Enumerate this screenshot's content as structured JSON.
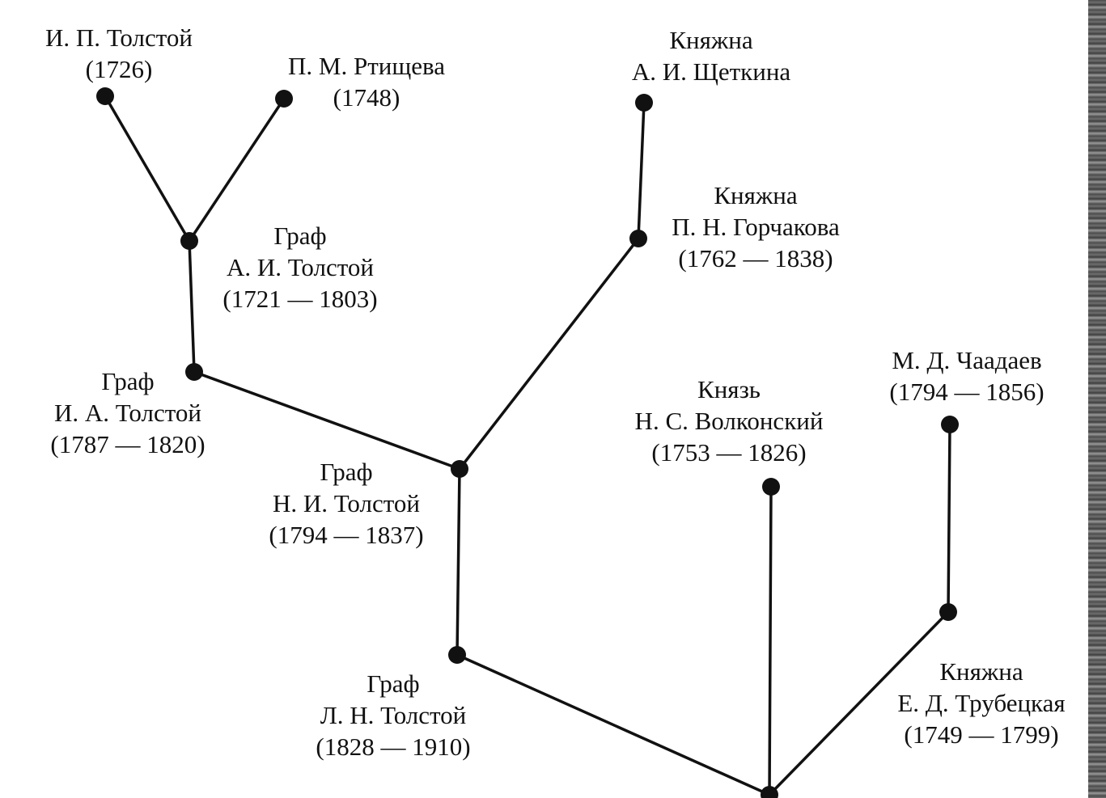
{
  "persons": [
    {
      "id": "ip_tolstoy",
      "lines": [
        "И. П. Толстой",
        "(1726)"
      ]
    },
    {
      "id": "pm_rtishcheva",
      "lines": [
        "П. М. Ртищева",
        "(1748)"
      ]
    },
    {
      "id": "ai_tolstoy",
      "lines": [
        "Граф",
        "А. И. Толстой",
        "(1721 — 1803)"
      ]
    },
    {
      "id": "ai_shchetkina",
      "lines": [
        "Княжна",
        "А. И. Щеткина"
      ]
    },
    {
      "id": "pn_gorchakova",
      "lines": [
        "Княжна",
        "П. Н. Горчакова",
        "(1762 — 1838)"
      ]
    },
    {
      "id": "ia_tolstoy",
      "lines": [
        "Граф",
        "И. А. Толстой",
        "(1787 — 1820)"
      ]
    },
    {
      "id": "ni_tolstoy",
      "lines": [
        "Граф",
        "Н. И. Толстой",
        "(1794 — 1837)"
      ]
    },
    {
      "id": "ns_volkonsky",
      "lines": [
        "Князь",
        "Н. С. Волконский",
        "(1753 — 1826)"
      ]
    },
    {
      "id": "md_chaadaev",
      "lines": [
        "М. Д. Чаадаев",
        "(1794 — 1856)"
      ]
    },
    {
      "id": "ed_trubetskaya",
      "lines": [
        "Княжна",
        "Е. Д. Трубецкая",
        "(1749 — 1799)"
      ]
    },
    {
      "id": "ln_tolstoy",
      "lines": [
        "Граф",
        "Л. Н. Толстой",
        "(1828 — 1910)"
      ]
    }
  ],
  "edges": [
    [
      "ip_tolstoy",
      "ai_tolstoy"
    ],
    [
      "pm_rtishcheva",
      "ai_tolstoy"
    ],
    [
      "ai_tolstoy",
      "ia_tolstoy"
    ],
    [
      "ia_tolstoy",
      "ni_tolstoy"
    ],
    [
      "ai_shchetkina",
      "pn_gorchakova"
    ],
    [
      "pn_gorchakova",
      "ni_tolstoy"
    ],
    [
      "ni_tolstoy",
      "ln_tolstoy"
    ],
    [
      "ln_tolstoy",
      "bottom_junction"
    ],
    [
      "ns_volkonsky",
      "bottom_junction"
    ],
    [
      "md_chaadaev",
      "ed_trubetskaya"
    ],
    [
      "ed_trubetskaya",
      "bottom_junction"
    ]
  ]
}
